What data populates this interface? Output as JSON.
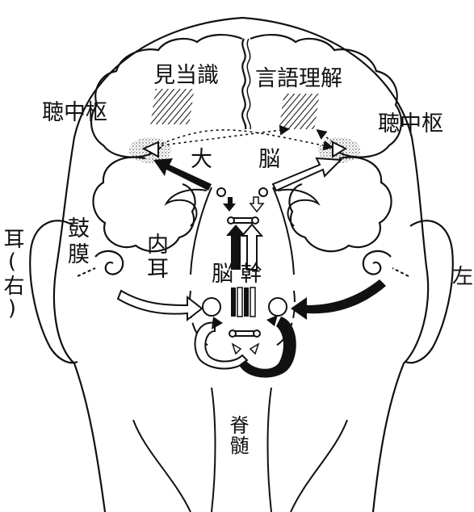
{
  "labels": {
    "mitou_shiki": "見当識",
    "gengo_rikai": "言語理解",
    "chouchuusuu_left": "聴中枢",
    "chouchuusuu_right": "聴中枢",
    "dai": "大",
    "nou_cerebrum": "脳",
    "ko": "鼓",
    "maku": "膜",
    "nai": "内",
    "ji": "耳",
    "noukan": "脳 幹",
    "sekizui": "脊髄",
    "ear_right": "耳(右)",
    "ear_left": "左"
  },
  "colors": {
    "ink": "#111111",
    "paper": "#ffffff"
  }
}
